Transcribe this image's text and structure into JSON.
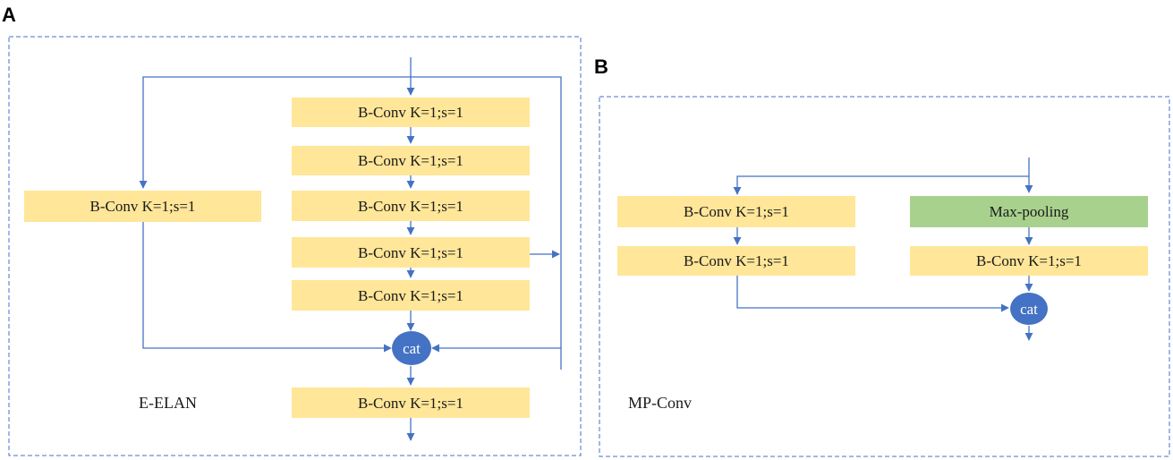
{
  "colors": {
    "conv_block": "#ffe699",
    "pool_block": "#a9d18e",
    "cat_node": "#4472c4",
    "connector": "#4472c4"
  },
  "panel_a": {
    "letter": "A",
    "caption": "E-ELAN",
    "side_block": "B-Conv K=1;s=1",
    "stack": [
      "B-Conv K=1;s=1",
      "B-Conv K=1;s=1",
      "B-Conv K=1;s=1",
      "B-Conv K=1;s=1",
      "B-Conv K=1;s=1"
    ],
    "cat": "cat",
    "output_block": "B-Conv K=1;s=1"
  },
  "panel_b": {
    "letter": "B",
    "caption": "MP-Conv",
    "left_top": "B-Conv K=1;s=1",
    "left_bottom": "B-Conv K=1;s=1",
    "pool": "Max-pooling",
    "right_bottom": "B-Conv K=1;s=1",
    "cat": "cat"
  }
}
